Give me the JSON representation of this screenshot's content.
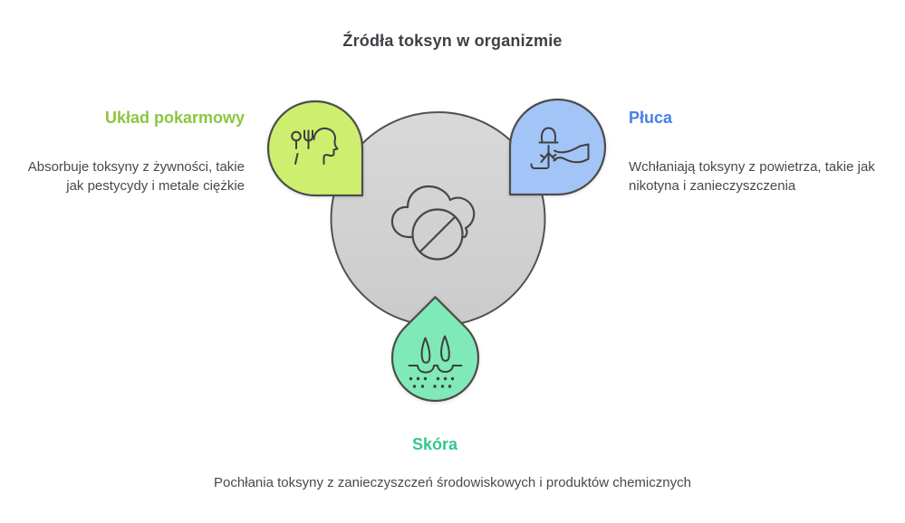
{
  "title": "Źródła toksyn w organizmie",
  "colors": {
    "accent_green": "#8cc63f",
    "accent_blue": "#4782e8",
    "accent_teal": "#2fc98c",
    "drop_green": "#cdee6f",
    "drop_blue": "#a2c4f7",
    "drop_teal": "#7feab7",
    "circle_gray_top": "#d9d9d9",
    "circle_gray_bottom": "#cbcbcb",
    "prohibition_fill": "#d1d1d1",
    "outline": "#4c4c4c",
    "text": "#46494d"
  },
  "sections": {
    "digestive": {
      "heading": "Układ pokarmowy",
      "description": "Absorbuje toksyny z żywności, takie jak pestycydy i metale ciężkie"
    },
    "lungs": {
      "heading": "Płuca",
      "description": "Wchłaniają toksyny z powietrza, takie jak nikotyna i zanieczyszczenia"
    },
    "skin": {
      "heading": "Skóra",
      "description": "Pochłania toksyny z zanieczyszczeń środowiskowych i produktów chemicznych"
    }
  },
  "icons": {
    "center": "cloud-no-toxins-icon",
    "digestive": "cutlery-and-face-icon",
    "lungs": "lungs-airflow-icon",
    "skin": "skin-hairs-icon"
  }
}
